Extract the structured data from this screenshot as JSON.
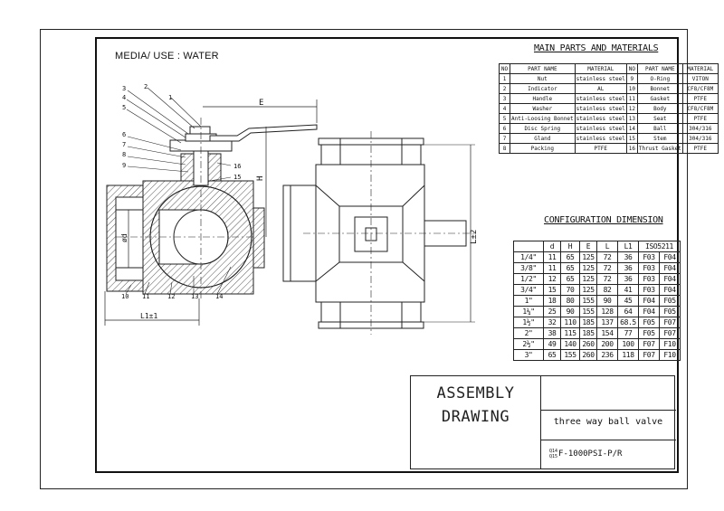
{
  "media_label": "MEDIA/ USE  : WATER",
  "parts_title": "MAIN PARTS AND MATERIALS",
  "parts_header": [
    "NO",
    "PART NAME",
    "MATERIAL",
    "NO",
    "PART NAME",
    "MATERIAL"
  ],
  "parts_rows": [
    [
      "1",
      "Nut",
      "stainless steel",
      "9",
      "O-Ring",
      "VITON"
    ],
    [
      "2",
      "Indicator",
      "AL",
      "10",
      "Bonnet",
      "CF8/CF8M"
    ],
    [
      "3",
      "Handle",
      "stainless steel",
      "11",
      "Gasket",
      "PTFE"
    ],
    [
      "4",
      "Washer",
      "stainless steel",
      "12",
      "Body",
      "CF8/CF8M"
    ],
    [
      "5",
      "Anti-Loosing Bonnet",
      "stainless steel",
      "13",
      "Seat",
      "PTFE"
    ],
    [
      "6",
      "Disc Spring",
      "stainless steel",
      "14",
      "Ball",
      "304/316"
    ],
    [
      "7",
      "Gland",
      "stainless steel",
      "15",
      "Stem",
      "304/316"
    ],
    [
      "8",
      "Packing",
      "PTFE",
      "16",
      "Thrust Gasket",
      "PTFE"
    ]
  ],
  "config_title": "CONFIGURATION  DIMENSION",
  "config_header": [
    "",
    "d",
    "H",
    "E",
    "L",
    "L1",
    "ISO5211",
    ""
  ],
  "config_rows": [
    [
      "1/4\"",
      "11",
      "65",
      "125",
      "72",
      "36",
      "F03",
      "F04"
    ],
    [
      "3/8\"",
      "11",
      "65",
      "125",
      "72",
      "36",
      "F03",
      "F04"
    ],
    [
      "1/2\"",
      "12",
      "65",
      "125",
      "72",
      "36",
      "F03",
      "F04"
    ],
    [
      "3/4\"",
      "15",
      "70",
      "125",
      "82",
      "41",
      "F03",
      "F04"
    ],
    [
      "1\"",
      "18",
      "80",
      "155",
      "90",
      "45",
      "F04",
      "F05"
    ],
    [
      "1¼\"",
      "25",
      "90",
      "155",
      "128",
      "64",
      "F04",
      "F05"
    ],
    [
      "1½\"",
      "32",
      "110",
      "185",
      "137",
      "68.5",
      "F05",
      "F07"
    ],
    [
      "2\"",
      "38",
      "115",
      "185",
      "154",
      "77",
      "F05",
      "F07"
    ],
    [
      "2½\"",
      "49",
      "140",
      "260",
      "200",
      "100",
      "F07",
      "F10"
    ],
    [
      "3\"",
      "65",
      "155",
      "260",
      "236",
      "118",
      "F07",
      "F10"
    ]
  ],
  "title_block": {
    "assembly_line1": "ASSEMBLY",
    "assembly_line2": "DRAWING",
    "product_name": "three way ball valve",
    "code_sup1": "Q14",
    "code_sup2": "Q15",
    "code_main": "F-1000PSI-P/R"
  },
  "drawing_labels": {
    "dim_E": "E",
    "dim_H": "H",
    "dim_d": "ød",
    "dim_L1": "L1±1",
    "dim_L2": "L±2",
    "callouts_left": [
      "3",
      "4",
      "5",
      "6",
      "7",
      "8",
      "9"
    ],
    "callouts_top": [
      "2",
      "1"
    ],
    "callouts_right": [
      "16",
      "15"
    ],
    "callouts_bottom": [
      "10",
      "11",
      "12",
      "13",
      "14"
    ]
  },
  "colors": {
    "line": "#222222",
    "hatch": "#555555",
    "paper": "#ffffff"
  }
}
